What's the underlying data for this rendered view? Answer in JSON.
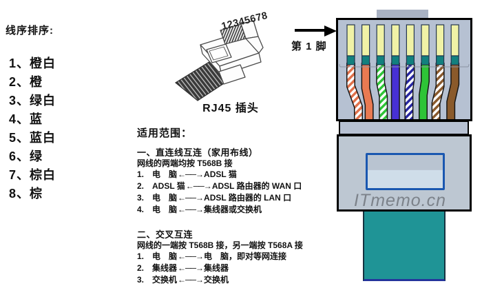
{
  "left_panel": {
    "title": "线序排序:",
    "items": [
      {
        "label": "1、橙白"
      },
      {
        "label": "2、橙"
      },
      {
        "label": "3、绿白"
      },
      {
        "label": "4、蓝"
      },
      {
        "label": "5、蓝白"
      },
      {
        "label": "6、绿"
      },
      {
        "label": "7、棕白"
      },
      {
        "label": "8、棕"
      }
    ]
  },
  "plug": {
    "pins_label": "12345678",
    "caption": "RJ45 插头"
  },
  "usage": {
    "title": "适用范围：",
    "arrow": "←──→",
    "sections": [
      {
        "heading": "一、直连线互连（家用布线）",
        "subheading": "网线的两端均按 T568B 接",
        "items": [
          {
            "num": "1.",
            "left": "电　脑",
            "right": "ADSL 猫"
          },
          {
            "num": "2.",
            "left": "ADSL 猫",
            "right": "ADSL 路由器的 WAN 口"
          },
          {
            "num": "3.",
            "left": "电　脑",
            "right": "ADSL 路由器的 LAN 口"
          },
          {
            "num": "4.",
            "left": "电　脑",
            "right": "集线器或交换机"
          }
        ]
      },
      {
        "heading": "二、交叉互连",
        "subheading": "网线的一端按 T568B 接，另一端按 T568A 接",
        "items": [
          {
            "num": "1.",
            "left": "电　脑",
            "right": "电　脑，即对等网连接"
          },
          {
            "num": "2.",
            "left": "集线器",
            "right": "集线器"
          },
          {
            "num": "3.",
            "left": "交换机",
            "right": "交换机"
          }
        ]
      }
    ]
  },
  "connector": {
    "pin1_label": "第 1 脚",
    "watermark": "ITmemo.cn",
    "colors": {
      "body": "#b6c1d2",
      "collar": "#b7c1d2",
      "lower_body": "#bdc7d2",
      "latch_tab": "#a9b2c3",
      "pin_contact": "#f0f2a6",
      "pin_tip": "#12807e",
      "window_border": "#1a57b0",
      "cable": "#1f9496"
    },
    "wires": [
      {
        "pin": 1,
        "name": "橙白",
        "style": "striped",
        "color": "#e0714b"
      },
      {
        "pin": 2,
        "name": "橙",
        "style": "solid",
        "color": "#e97a52"
      },
      {
        "pin": 3,
        "name": "绿白",
        "style": "striped",
        "color": "#2ec437"
      },
      {
        "pin": 4,
        "name": "蓝",
        "style": "solid",
        "color": "#4730d4"
      },
      {
        "pin": 5,
        "name": "蓝白",
        "style": "striped",
        "color": "#2626a0"
      },
      {
        "pin": 6,
        "name": "绿",
        "style": "solid",
        "color": "#2ec437"
      },
      {
        "pin": 7,
        "name": "棕白",
        "style": "striped",
        "color": "#8a5a2d"
      },
      {
        "pin": 8,
        "name": "棕",
        "style": "solid",
        "color": "#8a5a2b"
      }
    ]
  }
}
